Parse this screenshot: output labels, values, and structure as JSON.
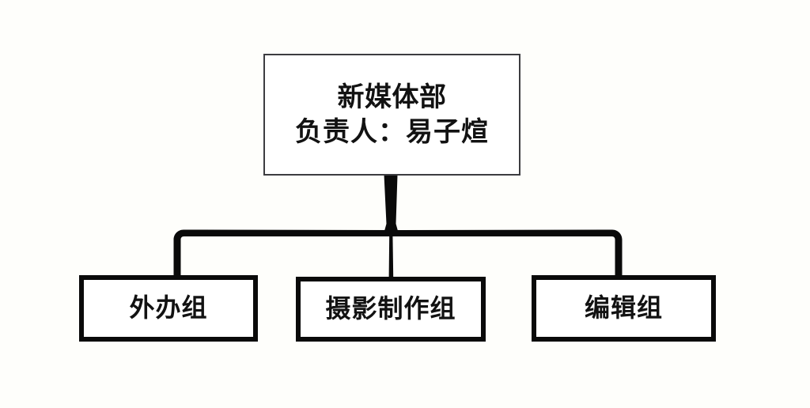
{
  "diagram": {
    "type": "organization-chart",
    "background_color": "#fefefb",
    "root": {
      "title": "新媒体部",
      "subtitle": "负责人：易子煊",
      "border_color": "#3c3c40",
      "fill_color": "#ffffff"
    },
    "children": [
      {
        "label": "外办组",
        "border_color": "#0a0a0a",
        "fill_color": "#ffffff"
      },
      {
        "label": "摄影制作组",
        "border_color": "#0a0a0a",
        "fill_color": "#ffffff"
      },
      {
        "label": "编辑组",
        "border_color": "#0a0a0a",
        "fill_color": "#ffffff"
      }
    ],
    "connector": {
      "color": "#0a0a0a",
      "style": "hand-drawn-trunk-with-rounded-bus"
    }
  }
}
